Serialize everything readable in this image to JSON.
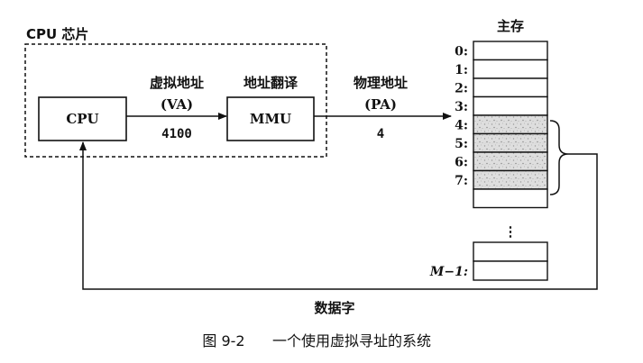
{
  "cpu_chip": {
    "label": "CPU 芯片"
  },
  "cpu": {
    "label": "CPU"
  },
  "mmu": {
    "label": "MMU"
  },
  "virtual_address": {
    "title": "虚拟地址",
    "abbr": "(VA)",
    "value": "4100"
  },
  "translation": {
    "title": "地址翻译"
  },
  "physical_address": {
    "title": "物理地址",
    "abbr": "(PA)",
    "value": "4"
  },
  "main_memory": {
    "title": "主存",
    "address_labels": [
      "0:",
      "1:",
      "2:",
      "3:",
      "4:",
      "5:",
      "6:",
      "7:"
    ],
    "ellipsis": "⋮",
    "last_label": "M−1:",
    "highlighted_range": [
      4,
      7
    ]
  },
  "data_word": {
    "label": "数据字"
  },
  "caption": {
    "figure_number": "图 9-2",
    "text": "一个使用虚拟寻址的系统"
  },
  "colors": {
    "ink": "#111111",
    "highlight_fill": "#d9d9d9",
    "background": "#ffffff"
  }
}
